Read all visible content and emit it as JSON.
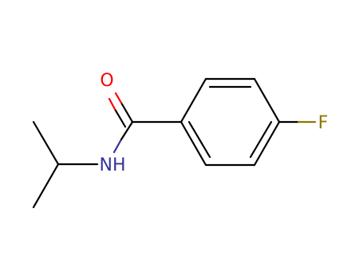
{
  "molecule": {
    "atoms": {
      "oxygen": "O",
      "nitrogen": "NH",
      "fluorine": "F"
    },
    "colors": {
      "bond": "#000000",
      "oxygen": "#ff0000",
      "nitrogen": "#333399",
      "fluorine": "#8b7a00",
      "background": "#ffffff"
    }
  }
}
